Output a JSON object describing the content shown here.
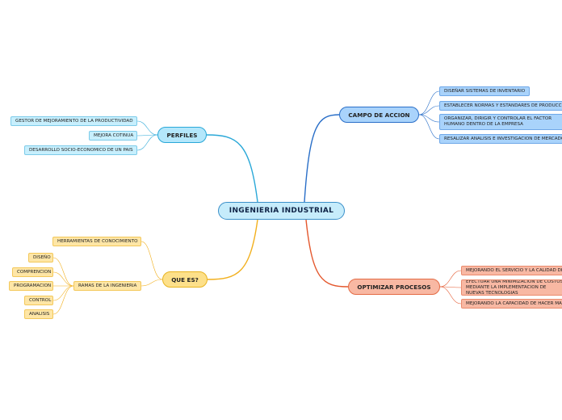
{
  "root": {
    "label": "INGENIERIA INDUSTRIAL"
  },
  "campo": {
    "label": "CAMPO DE ACCION",
    "color": "#2a6fc8",
    "items": [
      "DISEÑAR SISTEMAS DE INVENTARIO",
      "ESTABLECER NORMAS Y ESTANDARES DE PRODUCCION",
      "ORGANIZAR, DIRIGIR Y CONTROLAR EL FACTOR HUMANO DENTRO DE LA EMPRESA",
      "RESALIZAR ANALISIS E INVESTIGACION DE MERCADOS"
    ]
  },
  "perfiles": {
    "label": "PERFILES",
    "color": "#2aa8d8",
    "items": [
      "GESTOR DE MEJORAMIENTO DE LA PRODUCTIVIDAD",
      "MEJORA COTINUA",
      "DESARROLLO SOCIO-ECONOMICO DE UN PAIS"
    ]
  },
  "quees": {
    "label": "QUE ES?",
    "color": "#f2b01e",
    "herramientas": "HERRAMIENTAS DE CONOCIMIENTO",
    "ramas": "RAMAS DE LA INGENIERIA",
    "ramas_items": [
      "DISEÑO",
      "COMPRENCION",
      "PROGRAMACION",
      "CONTROL",
      "ANALISIS"
    ]
  },
  "optimizar": {
    "label": "OPTIMIZAR PROCESOS",
    "color": "#e4582e",
    "items": [
      "MEJORANDO EL SERVICIO Y LA CALIDAD DE LOS PRODUCTOS",
      "EFECTUAR UNA MINIMIZACION DE COSTOS MEDIANTE LA IMPLEMENTACION DE NUEVAS TECNOLOGIAS",
      "MEJORANDO LA CAPACIDAD DE HACER MAS CON MENOS"
    ]
  }
}
